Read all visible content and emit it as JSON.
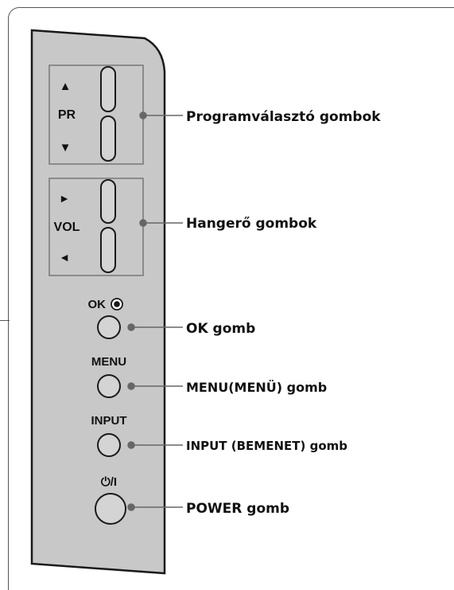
{
  "panel": {
    "pr_up_symbol": "▲",
    "pr_label": "PR",
    "pr_down_symbol": "▼",
    "vol_up_symbol": "►",
    "vol_label": "VOL",
    "vol_down_symbol": "◄",
    "ok_label": "OK",
    "menu_label": "MENU",
    "input_label": "INPUT",
    "power_label": "⏻/I"
  },
  "callouts": {
    "program": "Programválasztó gombok",
    "volume": "Hangerő gombok",
    "ok": "OK gomb",
    "menu": "MENU(MENÜ) gomb",
    "input": "INPUT (BEMENET) gomb",
    "power": "POWER gomb"
  },
  "colors": {
    "panel_fill": "#c8c8c8",
    "outline": "#1a1a1a",
    "connector": "#666666"
  }
}
